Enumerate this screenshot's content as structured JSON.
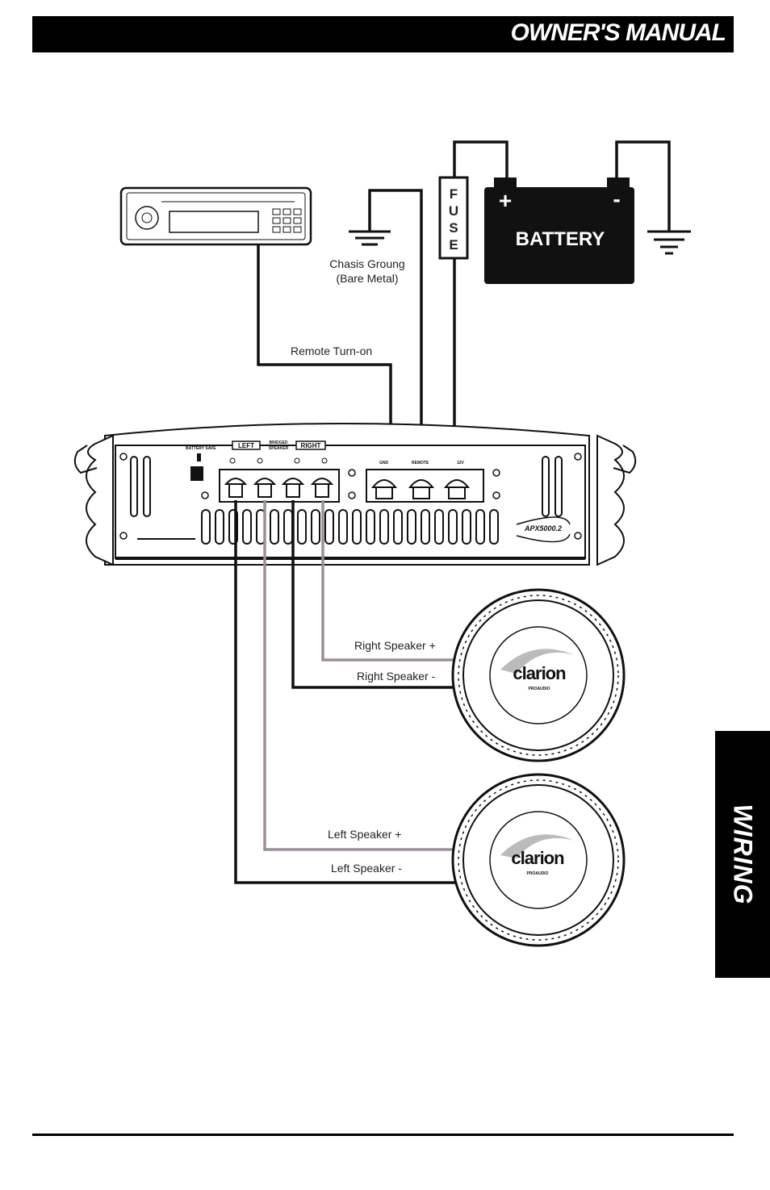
{
  "header": {
    "title": "OWNER'S MANUAL"
  },
  "side_tab": {
    "label": "WIRING"
  },
  "diagram": {
    "fuse_label": [
      "F",
      "U",
      "S",
      "E"
    ],
    "battery": {
      "label": "BATTERY",
      "plus": "+",
      "minus": "-"
    },
    "ground_label_line1": "Chasis Groung",
    "ground_label_line2": "(Bare Metal)",
    "remote_label": "Remote Turn-on",
    "amp": {
      "left_label": "LEFT",
      "right_label": "RIGHT",
      "bridged_label_1": "BRIDGED",
      "bridged_label_2": "SPEAKER",
      "battery_save": "BATTERY SAVE",
      "terminal_gnd": "GND",
      "terminal_remote": "REMOTE",
      "terminal_12v": "12V",
      "model": "APX5000.2"
    },
    "speakers": {
      "right_plus": "Right Speaker +",
      "right_minus": "Right Speaker -",
      "left_plus": "Left Speaker +",
      "left_minus": "Left Speaker -",
      "brand": "clarion",
      "sub_brand": "PROAUDIO"
    },
    "wire_colors": {
      "positive": "#9a8f9a",
      "negative": "#111111"
    }
  }
}
